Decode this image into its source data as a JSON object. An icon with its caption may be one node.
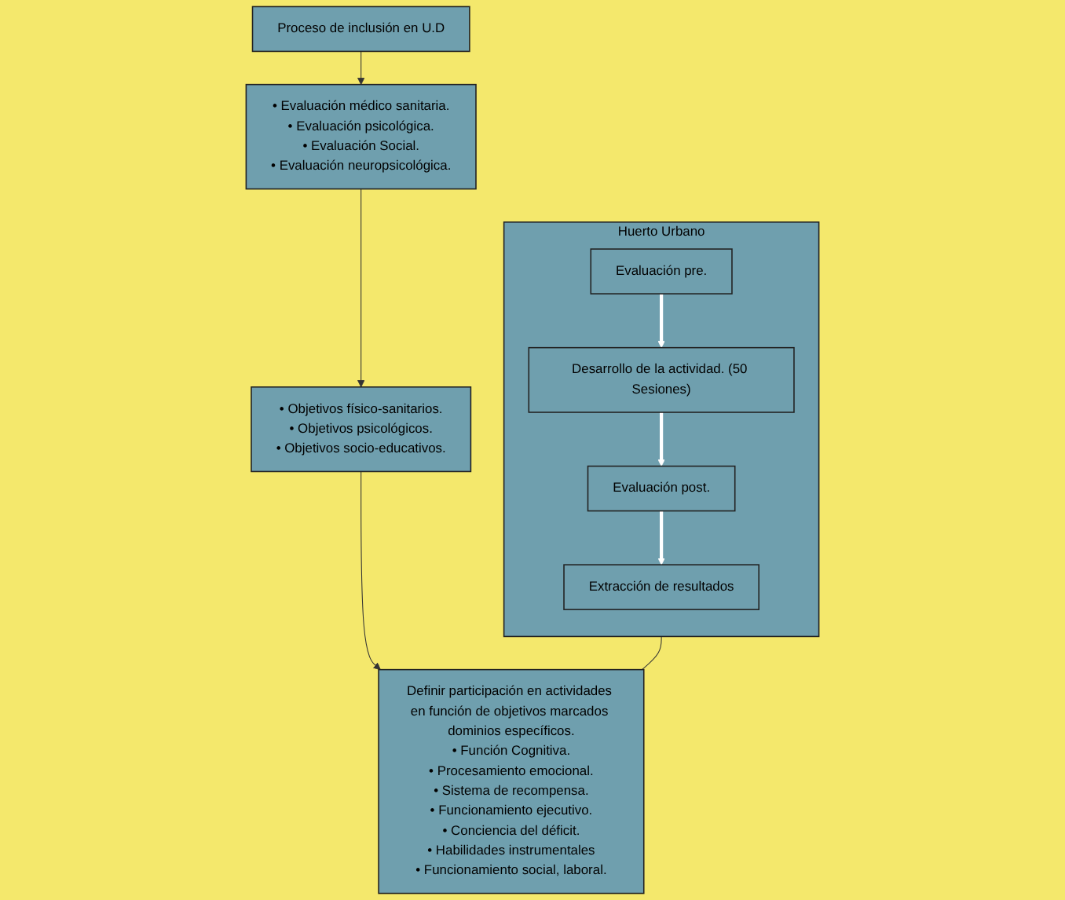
{
  "diagram": {
    "nodes": [
      {
        "text": [
          "Proceso de inclusión en U.D"
        ]
      },
      {
        "text": [
          "• Evaluación médico sanitaria.",
          "• Evaluación psicológica.",
          "• Evaluación Social.",
          "• Evaluación neuropsicológica."
        ]
      },
      {
        "text": [
          "• Objetivos físico-sanitarios.",
          "• Objetivos psicológicos.",
          "• Objetivos socio-educativos."
        ]
      },
      {
        "text": [
          "Huerto Urbano"
        ]
      },
      {
        "text": [
          "Evaluación pre."
        ],
        "in": 3
      },
      {
        "text": [
          "Desarrollo de la actividad. (50 Sesiones)"
        ],
        "in": 3
      },
      {
        "text": [
          "Evaluación post."
        ],
        "in": 3
      },
      {
        "text": [
          "Extracción de resultados"
        ],
        "in": 3
      },
      {
        "text": [
          "Definir participación en actividades en función de objetivos marcados dominios específicos.",
          "• Función Cognitiva.",
          "• Procesamiento emocional.",
          "• Sistema de recompensa.",
          "• Funcionamiento ejecutivo.",
          "• Conciencia del déficit.",
          "• Habilidades instrumentales",
          "• Funcionamiento social, laboral."
        ]
      }
    ],
    "edges": [
      {
        "from": 0,
        "to": 1,
        "arrow": "to"
      },
      {
        "from": 1,
        "to": 2,
        "arrow": "to"
      },
      {
        "from": 2,
        "to": 8,
        "arrow": "to"
      },
      {
        "from": 3,
        "to": 8,
        "arrow": "none"
      },
      {
        "from": 4,
        "to": 5,
        "arrow": "to",
        "style": "thick",
        "color": "#ffffff"
      },
      {
        "from": 5,
        "to": 6,
        "arrow": "to",
        "style": "thick",
        "color": "#ffffff"
      },
      {
        "from": 6,
        "to": 7,
        "arrow": "to",
        "style": "thick",
        "color": "#ffffff"
      }
    ]
  }
}
